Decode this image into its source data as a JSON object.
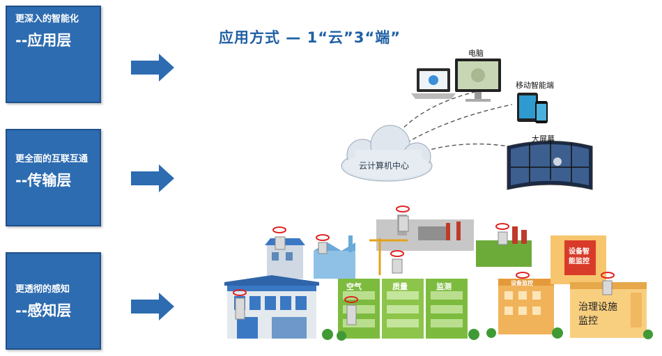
{
  "layers": [
    {
      "desc": "更深入的智能化",
      "name": "--应用层"
    },
    {
      "desc": "更全面的互联互通",
      "name": "--传输层"
    },
    {
      "desc": "更透彻的感知",
      "name": "--感知层"
    }
  ],
  "title": "应用方式 — 1“云”3“端”",
  "cloud_label": "云计算机中心",
  "devices": {
    "computer": "电脑",
    "mobile": "移动智能端",
    "bigscreen": "大屏幕"
  },
  "buildings": {
    "air": "空气",
    "quality": "质量",
    "monitor": "监测",
    "device_smart_1": "设备智",
    "device_smart_2": "能监控",
    "treat_1": "治理设施",
    "treat_2": "监控",
    "small_sign": "设备监控"
  },
  "colors": {
    "layer_box": "#2d6cb0",
    "arrow": "#2d6cb0",
    "title": "#1f5fa4",
    "green_building": "#7dbb3f",
    "blue_building": "#3b78c4",
    "orange_building": "#f1b35a"
  }
}
